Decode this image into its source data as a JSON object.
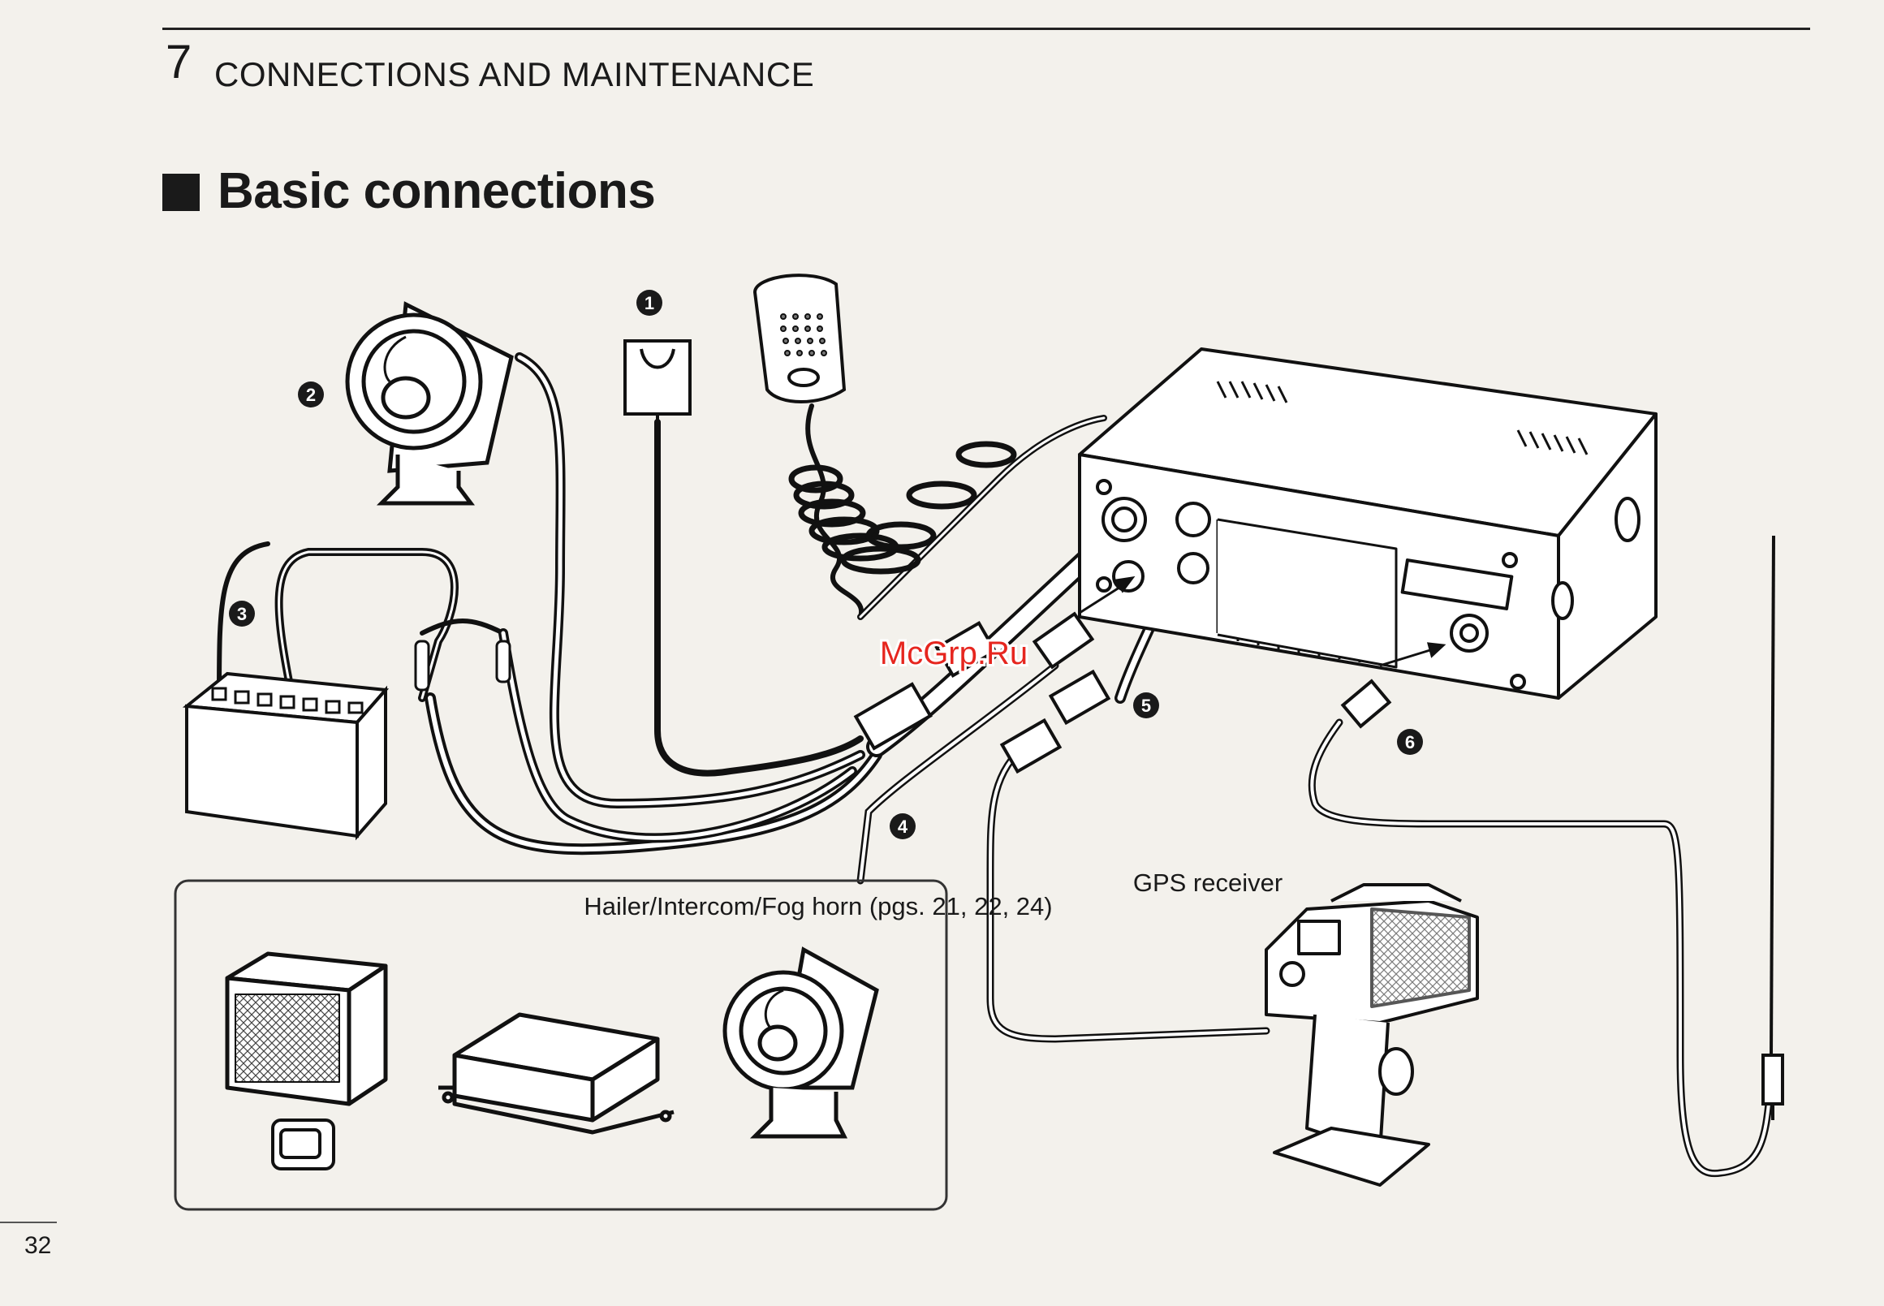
{
  "header": {
    "chapter_number": "7",
    "chapter_title": "CONNECTIONS AND MAINTENANCE"
  },
  "section": {
    "title": "Basic connections"
  },
  "diagram": {
    "callouts": [
      "1",
      "2",
      "3",
      "4",
      "5",
      "6"
    ],
    "hailer_box_label": "Hailer/Intercom/Fog horn (pgs. 21, 22, 24)",
    "gps_label": "GPS receiver",
    "watermark": "McGrp.Ru"
  },
  "footer": {
    "page_number": "32"
  }
}
